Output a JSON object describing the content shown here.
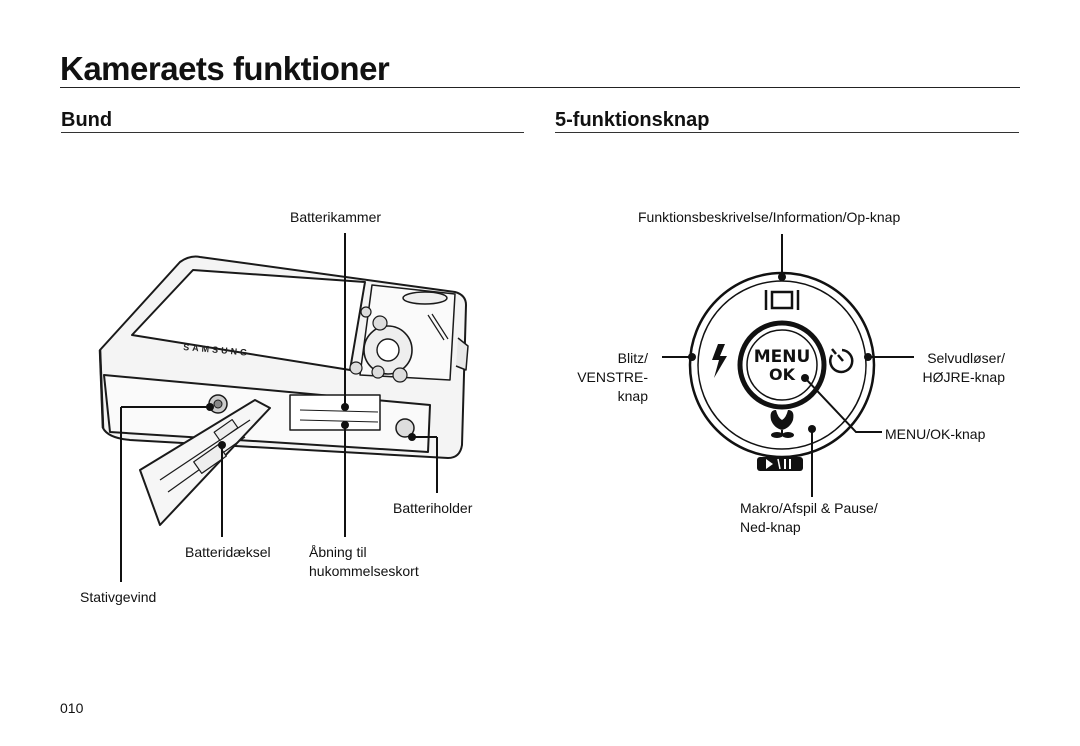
{
  "page_title": "Kameraets funktioner",
  "sections": {
    "bund": {
      "title": "Bund",
      "camera_brand": "SAMSUNG",
      "labels": {
        "batterikammer": "Batterikammer",
        "batteriholder": "Batteriholder",
        "batteridaeksel": "Batteridæksel",
        "abning_line1": "Åbning til",
        "abning_line2": "hukommelseskort",
        "stativgevind": "Stativgevind"
      }
    },
    "funktionsknap": {
      "title": "5-funktionsknap",
      "labels": {
        "top": "Funktionsbeskrivelse/Information/Op-knap",
        "left_line1": "Blitz/",
        "left_line2": "VENSTRE-",
        "left_line3": "knap",
        "right_line1": "Selvudløser/",
        "right_line2": "HØJRE-knap",
        "center": "MENU/OK-knap",
        "bottom_line1": "Makro/Afspil & Pause/",
        "bottom_line2": "Ned-knap"
      },
      "button_text": {
        "menu": "MENU",
        "ok": "OK"
      }
    }
  },
  "page_number": "010"
}
